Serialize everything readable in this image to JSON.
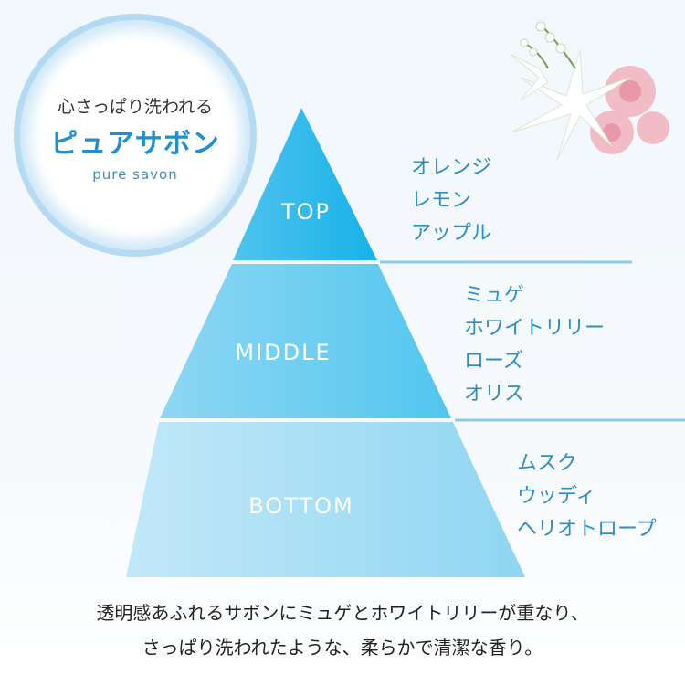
{
  "badge": {
    "tagline": "心さっぱり洗われる",
    "name": "ピュアサボン",
    "romaji": "pure savon"
  },
  "pyramid": {
    "top": {
      "label": "TOP",
      "notes": [
        "オレンジ",
        "レモン",
        "アップル"
      ]
    },
    "middle": {
      "label": "MIDDLE",
      "notes": [
        "ミュゲ",
        "ホワイトリリー",
        "ローズ",
        "オリス"
      ]
    },
    "bottom": {
      "label": "BOTTOM",
      "notes": [
        "ムスク",
        "ウッディ",
        "ヘリオトロープ"
      ]
    }
  },
  "description": [
    "透明感あふれるサボンにミュゲとホワイトリリーが重なり、",
    "さっぱり洗われたような、柔らかで清潔な香り。"
  ],
  "colors": {
    "top": "#1fb6ea",
    "middle": "#5ccbf0",
    "bottom": "#a8e0f6",
    "text": "#2a8fc4"
  }
}
